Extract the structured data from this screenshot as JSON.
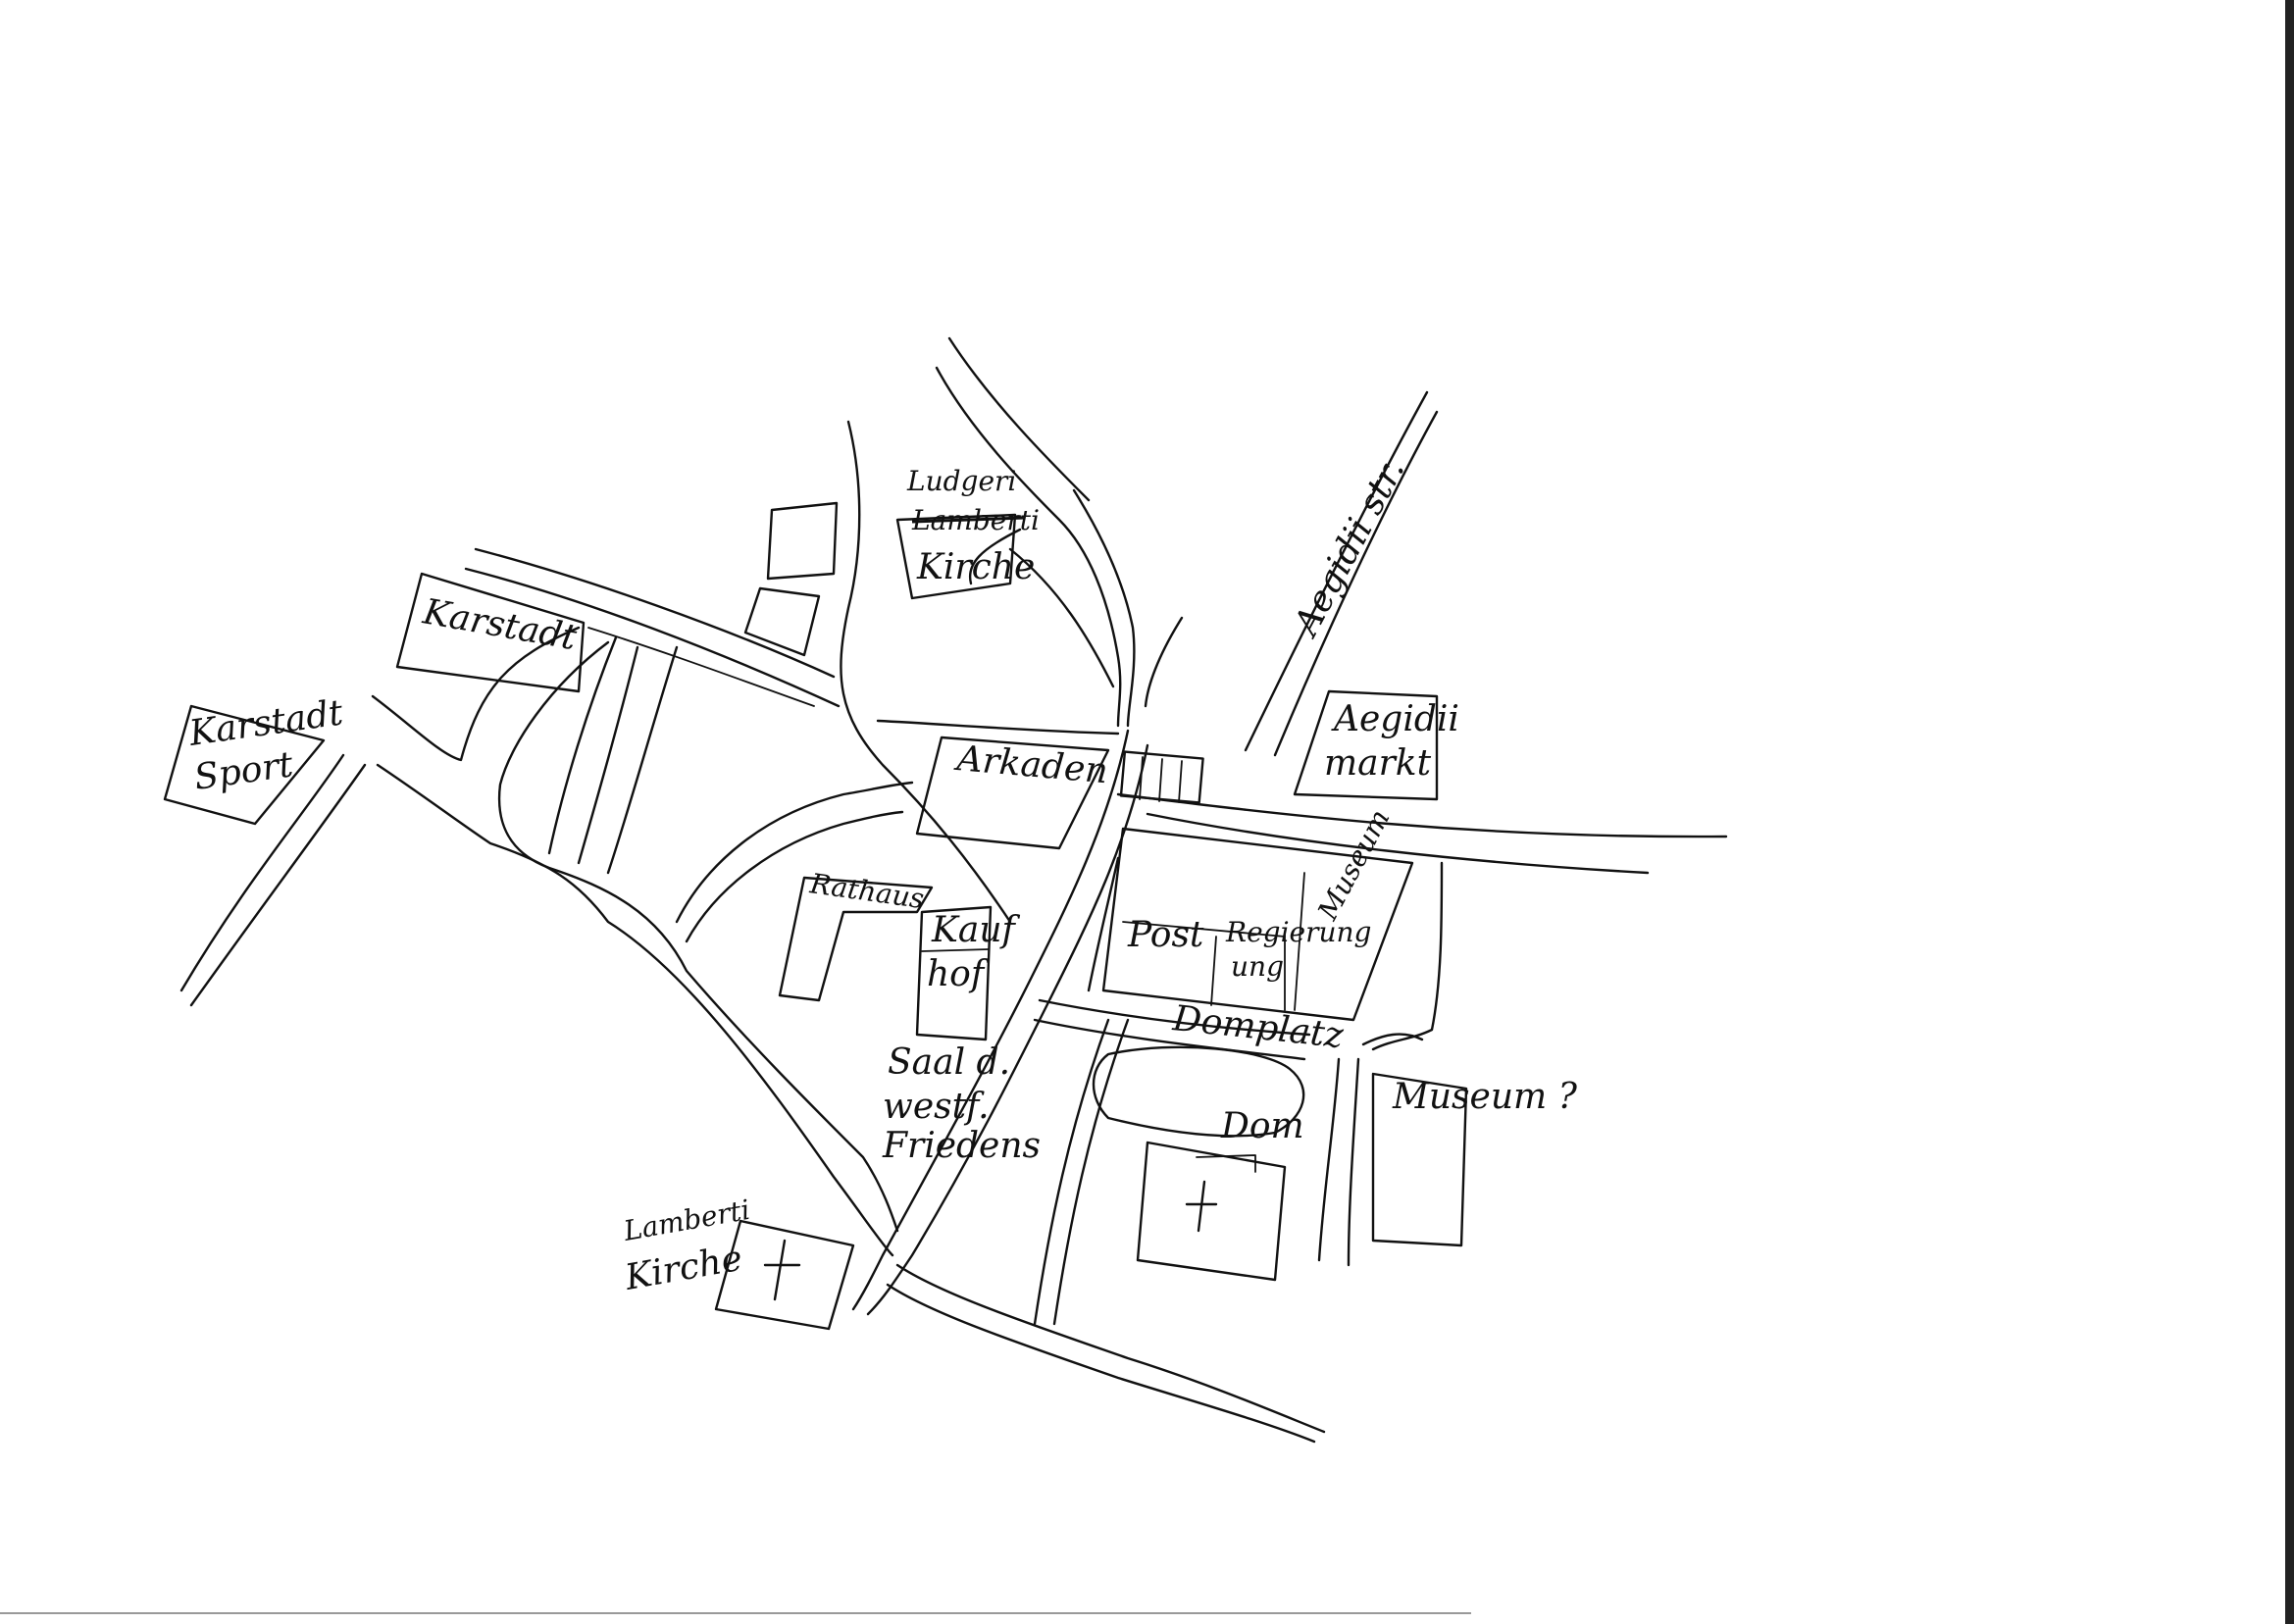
{
  "map": {
    "labels": {
      "ludgeri_a": "Ludgeri",
      "ludgeri_b": "Lamberti",
      "ludgeri_c": "Kirche",
      "karstadt": "Karstadt",
      "karstadt_sport_a": "Karstadt",
      "karstadt_sport_b": "Sport",
      "arkaden": "Arkaden",
      "aegidii_str": "Aegidii str.",
      "aegidii_markt_a": "Aegidii",
      "aegidii_markt_b": "markt",
      "rathaus": "Rathaus",
      "kaufhof_a": "Kauf",
      "kaufhof_b": "hof",
      "post": "Post",
      "regierung_a": "Regierung",
      "regierung_b": "ung",
      "museum_side": "Museum",
      "domplatz": "Domplatz",
      "museum_q": "Museum ?",
      "dom": "Dom",
      "saal_a": "Saal d.",
      "saal_b": "westf.",
      "saal_c": "Friedens",
      "lamberti_a": "Lamberti",
      "lamberti_b": "Kirche"
    }
  }
}
